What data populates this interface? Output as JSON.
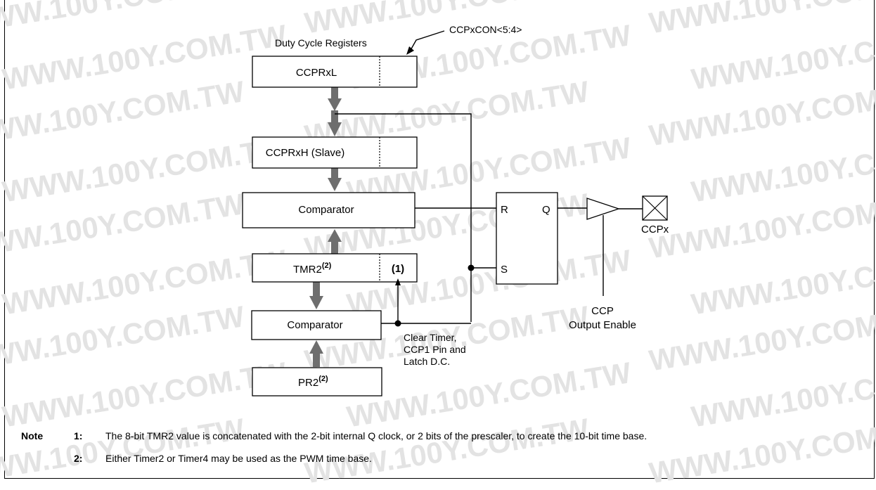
{
  "watermark": "WWW.100Y.COM.TW",
  "diagram": {
    "duty_cycle_label": "Duty Cycle Registers",
    "ccpxcon_label": "CCPxCON<5:4>",
    "ccprxl": "CCPRxL",
    "ccprxh": "CCPRxH (Slave)",
    "comparator_top": "Comparator",
    "tmr2_base": "TMR2",
    "tmr2_sup": "(2)",
    "tmr2_ref": "(1)",
    "comparator_bottom": "Comparator",
    "pr2_base": "PR2",
    "pr2_sup": "(2)",
    "clear_line1": "Clear Timer,",
    "clear_line2": "CCP1 Pin and",
    "clear_line3": "Latch D.C.",
    "ff_r": "R",
    "ff_q": "Q",
    "ff_s": "S",
    "pin_label": "CCPx",
    "ccp_enable_line1": "CCP",
    "ccp_enable_line2": "Output Enable"
  },
  "notes": {
    "header": "Note",
    "n1_num": "1:",
    "n1_text": "The 8-bit TMR2 value is concatenated with the 2-bit internal Q clock, or 2 bits of the prescaler, to create the 10-bit time base.",
    "n2_num": "2:",
    "n2_text": "Either Timer2 or Timer4 may be used as the PWM time base."
  }
}
